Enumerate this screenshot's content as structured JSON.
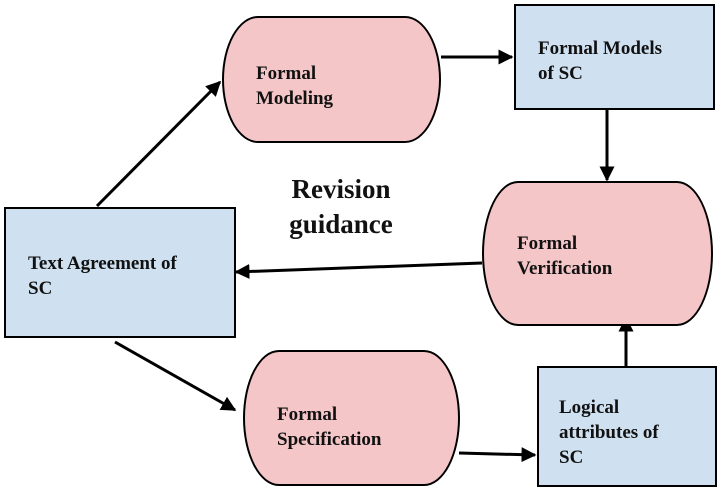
{
  "nodes": {
    "formal_modeling": {
      "line1": "Formal",
      "line2": "Modeling"
    },
    "formal_models": {
      "line1": "Formal Models",
      "line2": "of SC"
    },
    "formal_verification": {
      "line1": "Formal",
      "line2": "Verification"
    },
    "text_agreement": {
      "line1": "Text Agreement of",
      "line2": "SC"
    },
    "formal_specification": {
      "line1": "Formal",
      "line2": "Specification"
    },
    "logical_attributes": {
      "line1": "Logical",
      "line2": "attributes of",
      "line3": "SC"
    }
  },
  "caption": {
    "line1": "Revision",
    "line2": "guidance"
  },
  "colors": {
    "rect_fill": "#cfe0f1",
    "pill_fill": "#f4c6c8",
    "stroke": "#000000"
  }
}
